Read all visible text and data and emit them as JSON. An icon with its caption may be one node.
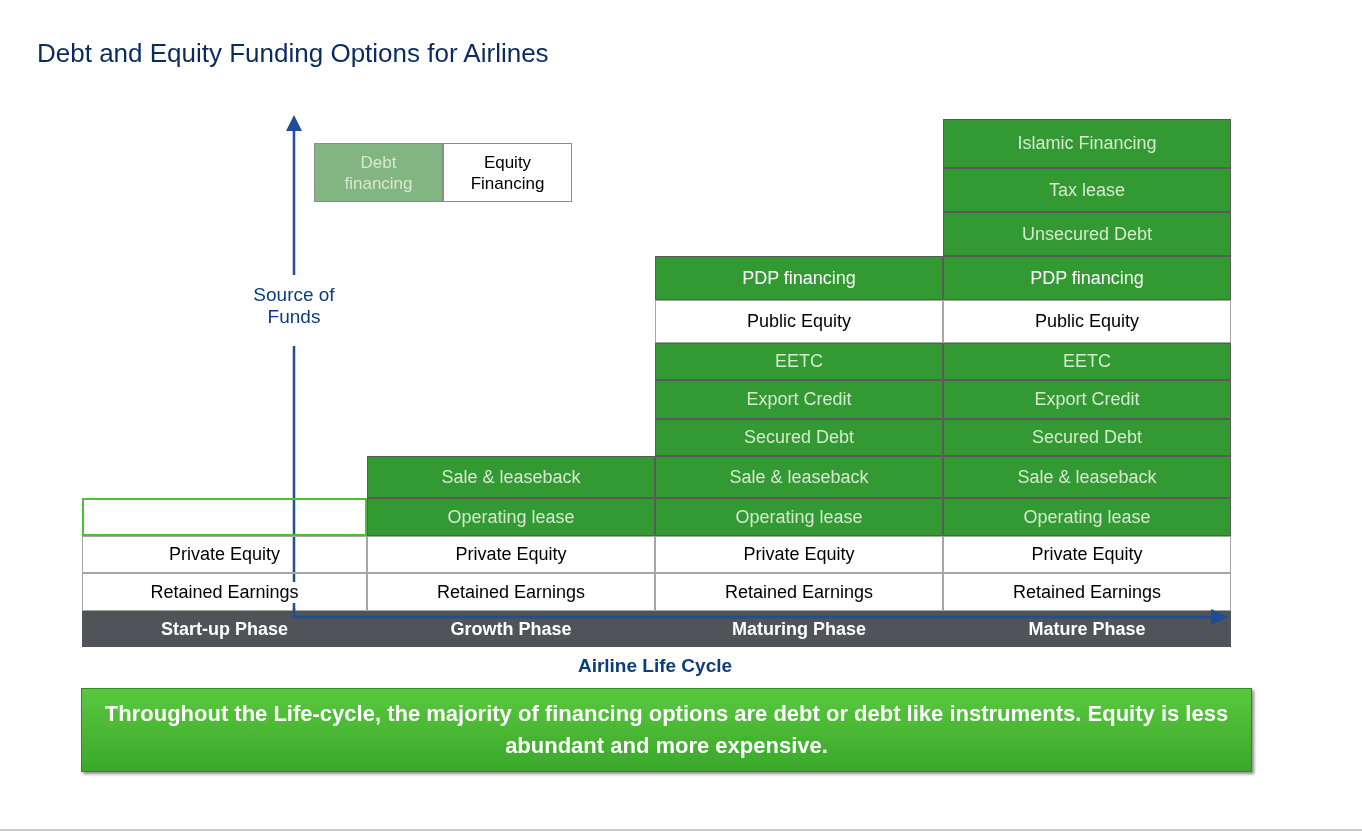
{
  "diagram": {
    "title": "Debt and Equity Funding Options for Airlines",
    "nodes": [
      {
        "text": [],
        "shape": "box"
      },
      {
        "text": [
          "Private Equity"
        ]
      },
      {
        "text": [
          "Retained Earnings"
        ]
      },
      {
        "text": [
          "Start-up Phase"
        ]
      },
      {
        "text": [
          "Sale & leaseback"
        ]
      },
      {
        "text": [
          "Operating lease"
        ]
      },
      {
        "text": [
          "Private Equity"
        ]
      },
      {
        "text": [
          "Retained Earnings"
        ]
      },
      {
        "text": [
          "Growth Phase"
        ]
      },
      {
        "text": [
          "PDP financing"
        ]
      },
      {
        "text": [
          "Public Equity"
        ]
      },
      {
        "text": [
          "EETC"
        ]
      },
      {
        "text": [
          "Export Credit"
        ]
      },
      {
        "text": [
          "Secured Debt"
        ]
      },
      {
        "text": [
          "Sale & leaseback"
        ]
      },
      {
        "text": [
          "Operating lease"
        ]
      },
      {
        "text": [
          "Private Equity"
        ]
      },
      {
        "text": [
          "Retained Earnings"
        ]
      },
      {
        "text": [
          "Maturing Phase"
        ]
      },
      {
        "text": [
          "Islamic Financing"
        ]
      },
      {
        "text": [
          "Tax lease"
        ]
      },
      {
        "text": [
          "Unsecured Debt"
        ]
      },
      {
        "text": [
          "PDP financing"
        ]
      },
      {
        "text": [
          "Public Equity"
        ]
      },
      {
        "text": [
          "EETC"
        ]
      },
      {
        "text": [
          "Export Credit"
        ]
      },
      {
        "text": [
          "Secured Debt"
        ]
      },
      {
        "text": [
          "Sale & leaseback"
        ]
      },
      {
        "text": [
          "Operating lease"
        ]
      },
      {
        "text": [
          "Private Equity"
        ]
      },
      {
        "text": [
          "Retained Earnings"
        ]
      },
      {
        "text": [
          "Mature Phase"
        ]
      },
      {
        "text": [
          "Throughout the Life-cycle, the majority of financing options are debt or debt like instruments. Equity is less abundant and more expensive."
        ]
      }
    ],
    "edges": [],
    "labels": [
      "Source of Funds",
      "Airline Life Cycle"
    ],
    "legend": [
      {
        "text": "Debt financing",
        "color": "#83b583"
      },
      {
        "text": "Equity Financing",
        "color": "#ffffff"
      }
    ]
  }
}
